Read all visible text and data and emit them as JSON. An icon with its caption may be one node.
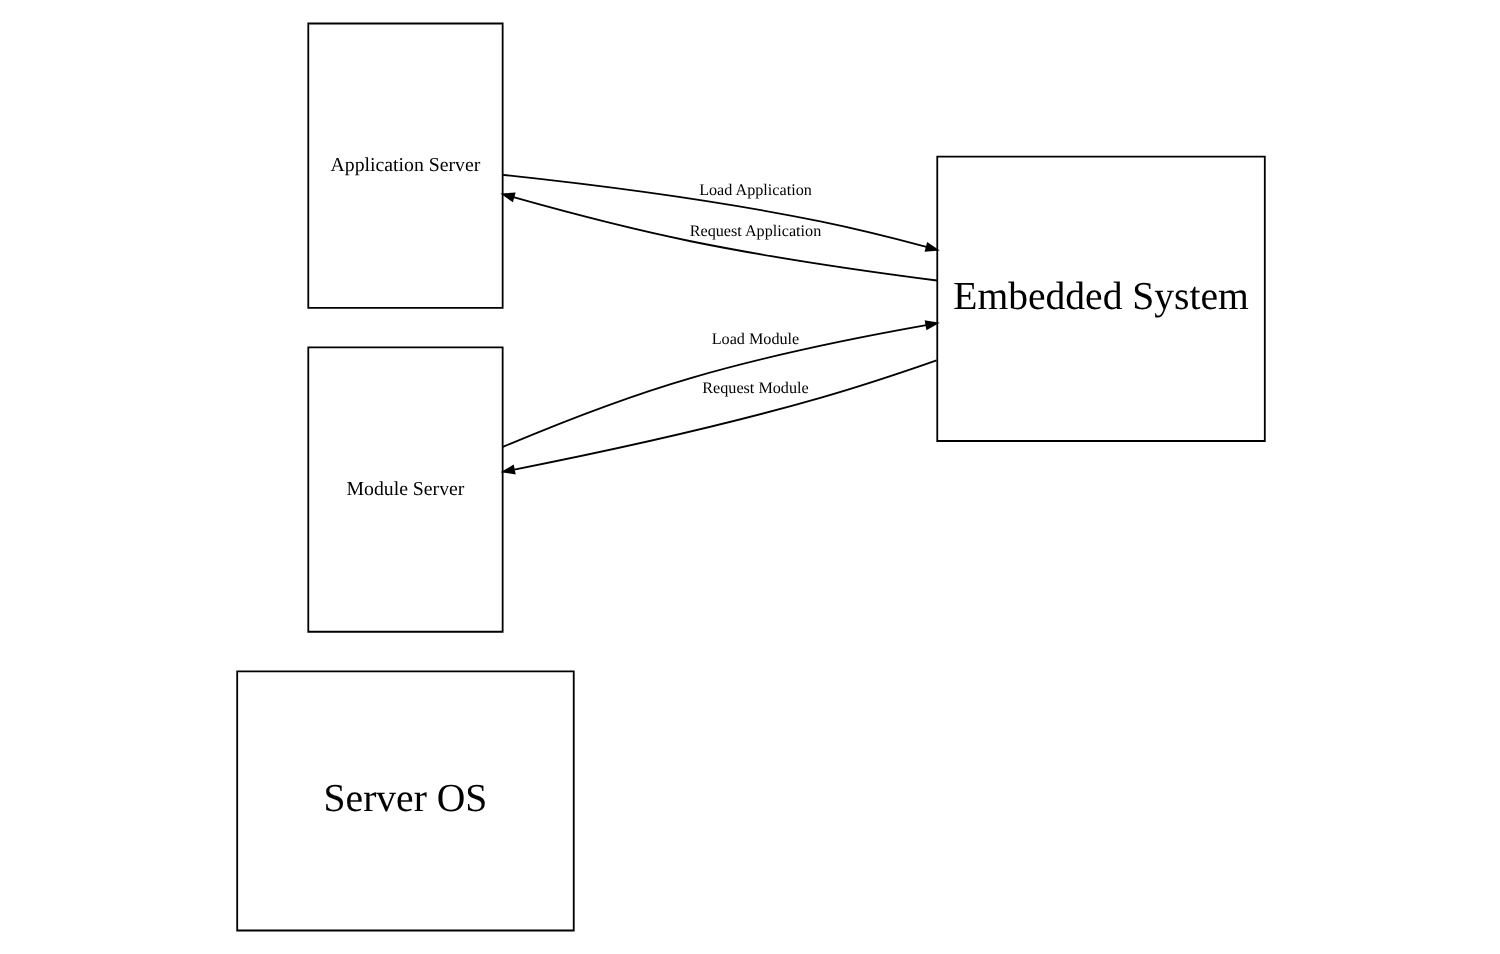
{
  "diagram": {
    "nodes": [
      {
        "text": [
          "Server OS"
        ]
      },
      {
        "text": [
          "Application Server"
        ]
      },
      {
        "text": [
          "Module Server"
        ]
      },
      {
        "text": [
          "Embedded System"
        ]
      }
    ],
    "edges": [
      {
        "from": 3,
        "to": 1,
        "arrow": "to",
        "label": "Request Application"
      },
      {
        "from": 3,
        "to": 2,
        "arrow": "to",
        "label": "Request Module"
      },
      {
        "from": 1,
        "to": 3,
        "arrow": "to",
        "label": "Load Application"
      },
      {
        "from": 2,
        "to": 3,
        "arrow": "to",
        "label": "Load Module"
      }
    ]
  }
}
